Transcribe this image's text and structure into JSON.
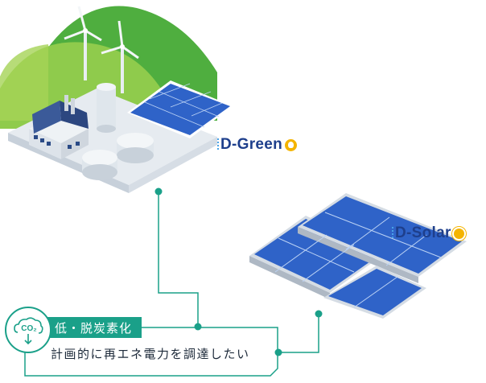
{
  "brands": {
    "green": {
      "name": "D-Green",
      "icon": "lightbulb-icon"
    },
    "solar": {
      "name": "D-Solar",
      "icon": "sun-icon"
    }
  },
  "goal": {
    "tag": "低・脱炭素化",
    "text": "計画的に再エネ電力を調達したい",
    "badge_label": "CO₂",
    "badge_icon": "co2-cloud-icon"
  },
  "colors": {
    "connector": "#1aa089",
    "brand_text": "#1e3f8c",
    "panel": "#2f63c8",
    "hill": "#5bb548",
    "accent": "#f4b400"
  }
}
